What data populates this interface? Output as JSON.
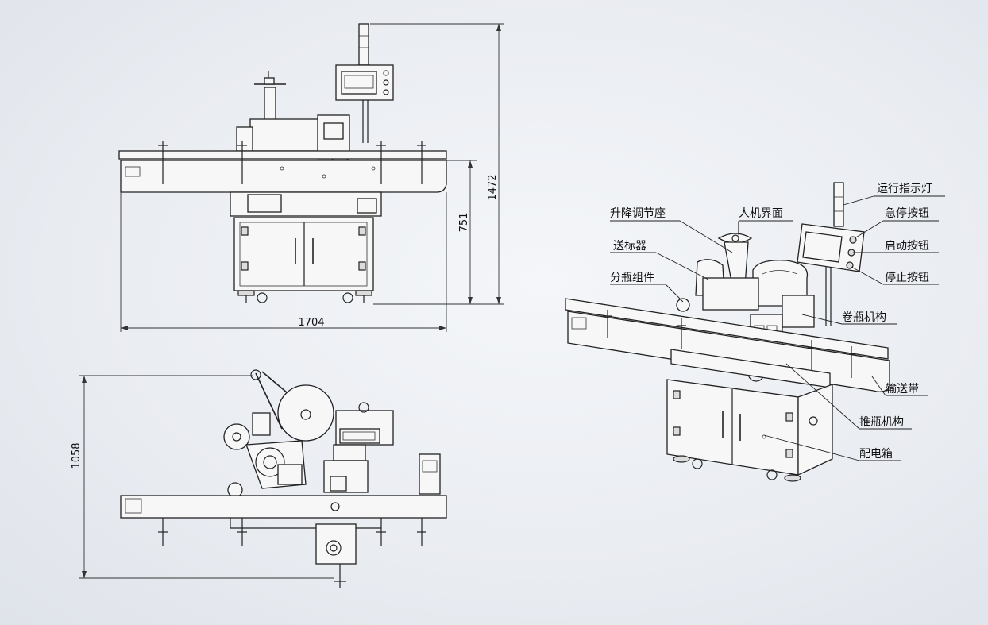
{
  "dimensions": {
    "front_width": "1704",
    "front_height_total": "1472",
    "front_height_conveyor": "751",
    "top_depth": "1058"
  },
  "callouts": {
    "lift_seat": "升降调节座",
    "label_feeder": "送标器",
    "bottle_separator": "分瓶组件",
    "hmi": "人机界面",
    "indicator_light": "运行指示灯",
    "emergency_stop": "急停按钮",
    "start_button": "启动按钮",
    "stop_button": "停止按钮",
    "rolling_mechanism": "卷瓶机构",
    "conveyor_belt": "输送带",
    "pushing_mechanism": "推瓶机构",
    "control_box": "配电箱"
  },
  "colors": {
    "background": "#e9ecf1",
    "line": "#222222"
  }
}
